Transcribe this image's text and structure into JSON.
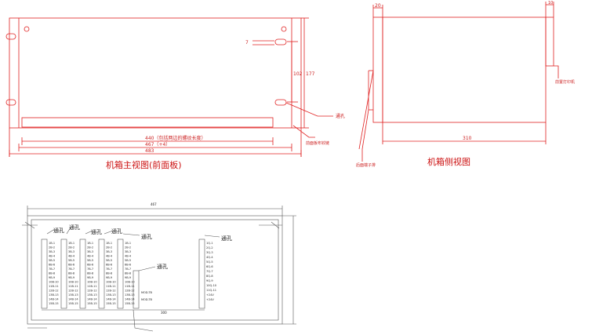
{
  "colors": {
    "line": "#e02020",
    "dark_line": "#555555",
    "text": "#cc1111"
  },
  "front_view": {
    "caption": "机箱主视图(前面板)",
    "dim_width_inner": "440（包括两边的螺纹长度）",
    "dim_width_mid": "467（+4）",
    "dim_width_outer": "483",
    "dim_height_upper": "102",
    "dim_height_full": "177",
    "dim_slot": "7",
    "label_hole": "通孔",
    "label_rear_panel": "前面板布铰链"
  },
  "side_view": {
    "caption": "机箱侧视图",
    "dim_front": "20",
    "dim_rear": "10",
    "dim_depth": "310",
    "label_printer": "前置打印机",
    "label_terminal": "后面端子排"
  },
  "rear_view": {
    "dim_top": "467",
    "labels_hole": [
      "通孔",
      "通孔",
      "通孔",
      "通孔",
      "通孔",
      "通孔"
    ],
    "columns": [
      [
        "1B-1",
        "2B-2",
        "3B-3",
        "4B-4",
        "5B-5",
        "6B-6",
        "7B-7",
        "8B-8",
        "9B-9",
        "10B-10",
        "11B-11",
        "12B-12",
        "13B-13",
        "14B-14",
        "15B-15"
      ],
      [
        "1B-1",
        "2B-2",
        "3B-3",
        "4B-4",
        "5B-5",
        "6B-6",
        "7B-7",
        "8B-8",
        "9B-9",
        "10B-10",
        "11B-11",
        "12B-12",
        "13B-13",
        "14B-14",
        "15B-15"
      ],
      [
        "1B-1",
        "2B-2",
        "3B-3",
        "4B-4",
        "5B-5",
        "6B-6",
        "7B-7",
        "8B-8",
        "9B-9",
        "10B-10",
        "11B-11",
        "12B-12",
        "13B-13",
        "14B-14",
        "15B-15"
      ],
      [
        "1B-1",
        "2B-2",
        "3B-3",
        "4B-4",
        "5B-5",
        "6B-6",
        "7B-7",
        "8B-8",
        "9B-9",
        "10B-10",
        "11B-11",
        "12B-12",
        "13B-13",
        "14B-14",
        "15B-15"
      ],
      [
        "1B-1",
        "2B-2",
        "3B-3",
        "4B-4",
        "5B-5",
        "6B-6",
        "7B-7",
        "8B-8",
        "9B-9",
        "10B-10",
        "11B-11",
        "12B-12",
        "13B-13",
        "14B-14",
        "15B-15"
      ]
    ],
    "right_column": [
      "1Q-1",
      "2Q-2",
      "3Q-3",
      "4Q-4",
      "5Q-5",
      "6Q-6",
      "7Q-7",
      "8Q-8",
      "9Q-9",
      "10Q-10",
      "11Q-11",
      "+24V",
      "+24V"
    ],
    "small_labels": [
      "MOD-TB",
      "MOD-TB"
    ],
    "dim_bottom": "300"
  }
}
